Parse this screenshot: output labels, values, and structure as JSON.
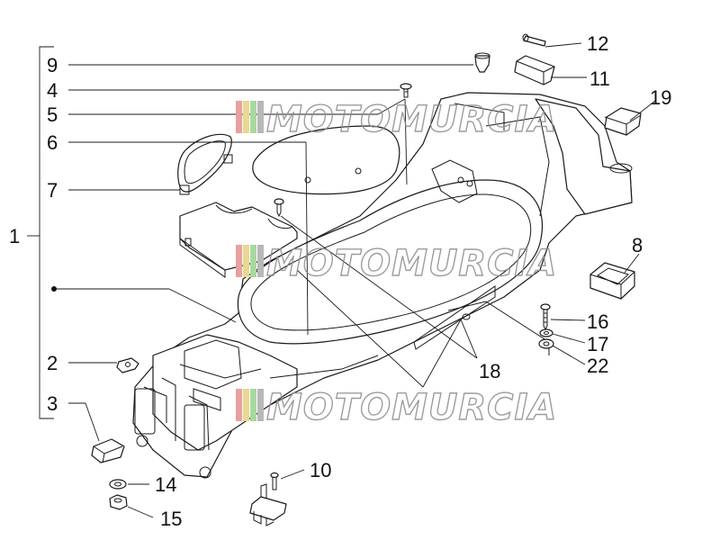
{
  "callouts": {
    "c1": "1",
    "c2": "2",
    "c3": "3",
    "c4": "4",
    "c5": "5",
    "c6": "6",
    "c7": "7",
    "c8": "8",
    "c9": "9",
    "c10": "10",
    "c11": "11",
    "c12": "12",
    "c14": "14",
    "c15": "15",
    "c16": "16",
    "c17": "17",
    "c18": "18",
    "c19": "19",
    "c22": "22"
  },
  "watermark": {
    "text": "MOTOMURCIA",
    "colors": [
      "#e8a0a0",
      "#e8d890",
      "#a8d8a0",
      "#b8b8b8"
    ]
  }
}
